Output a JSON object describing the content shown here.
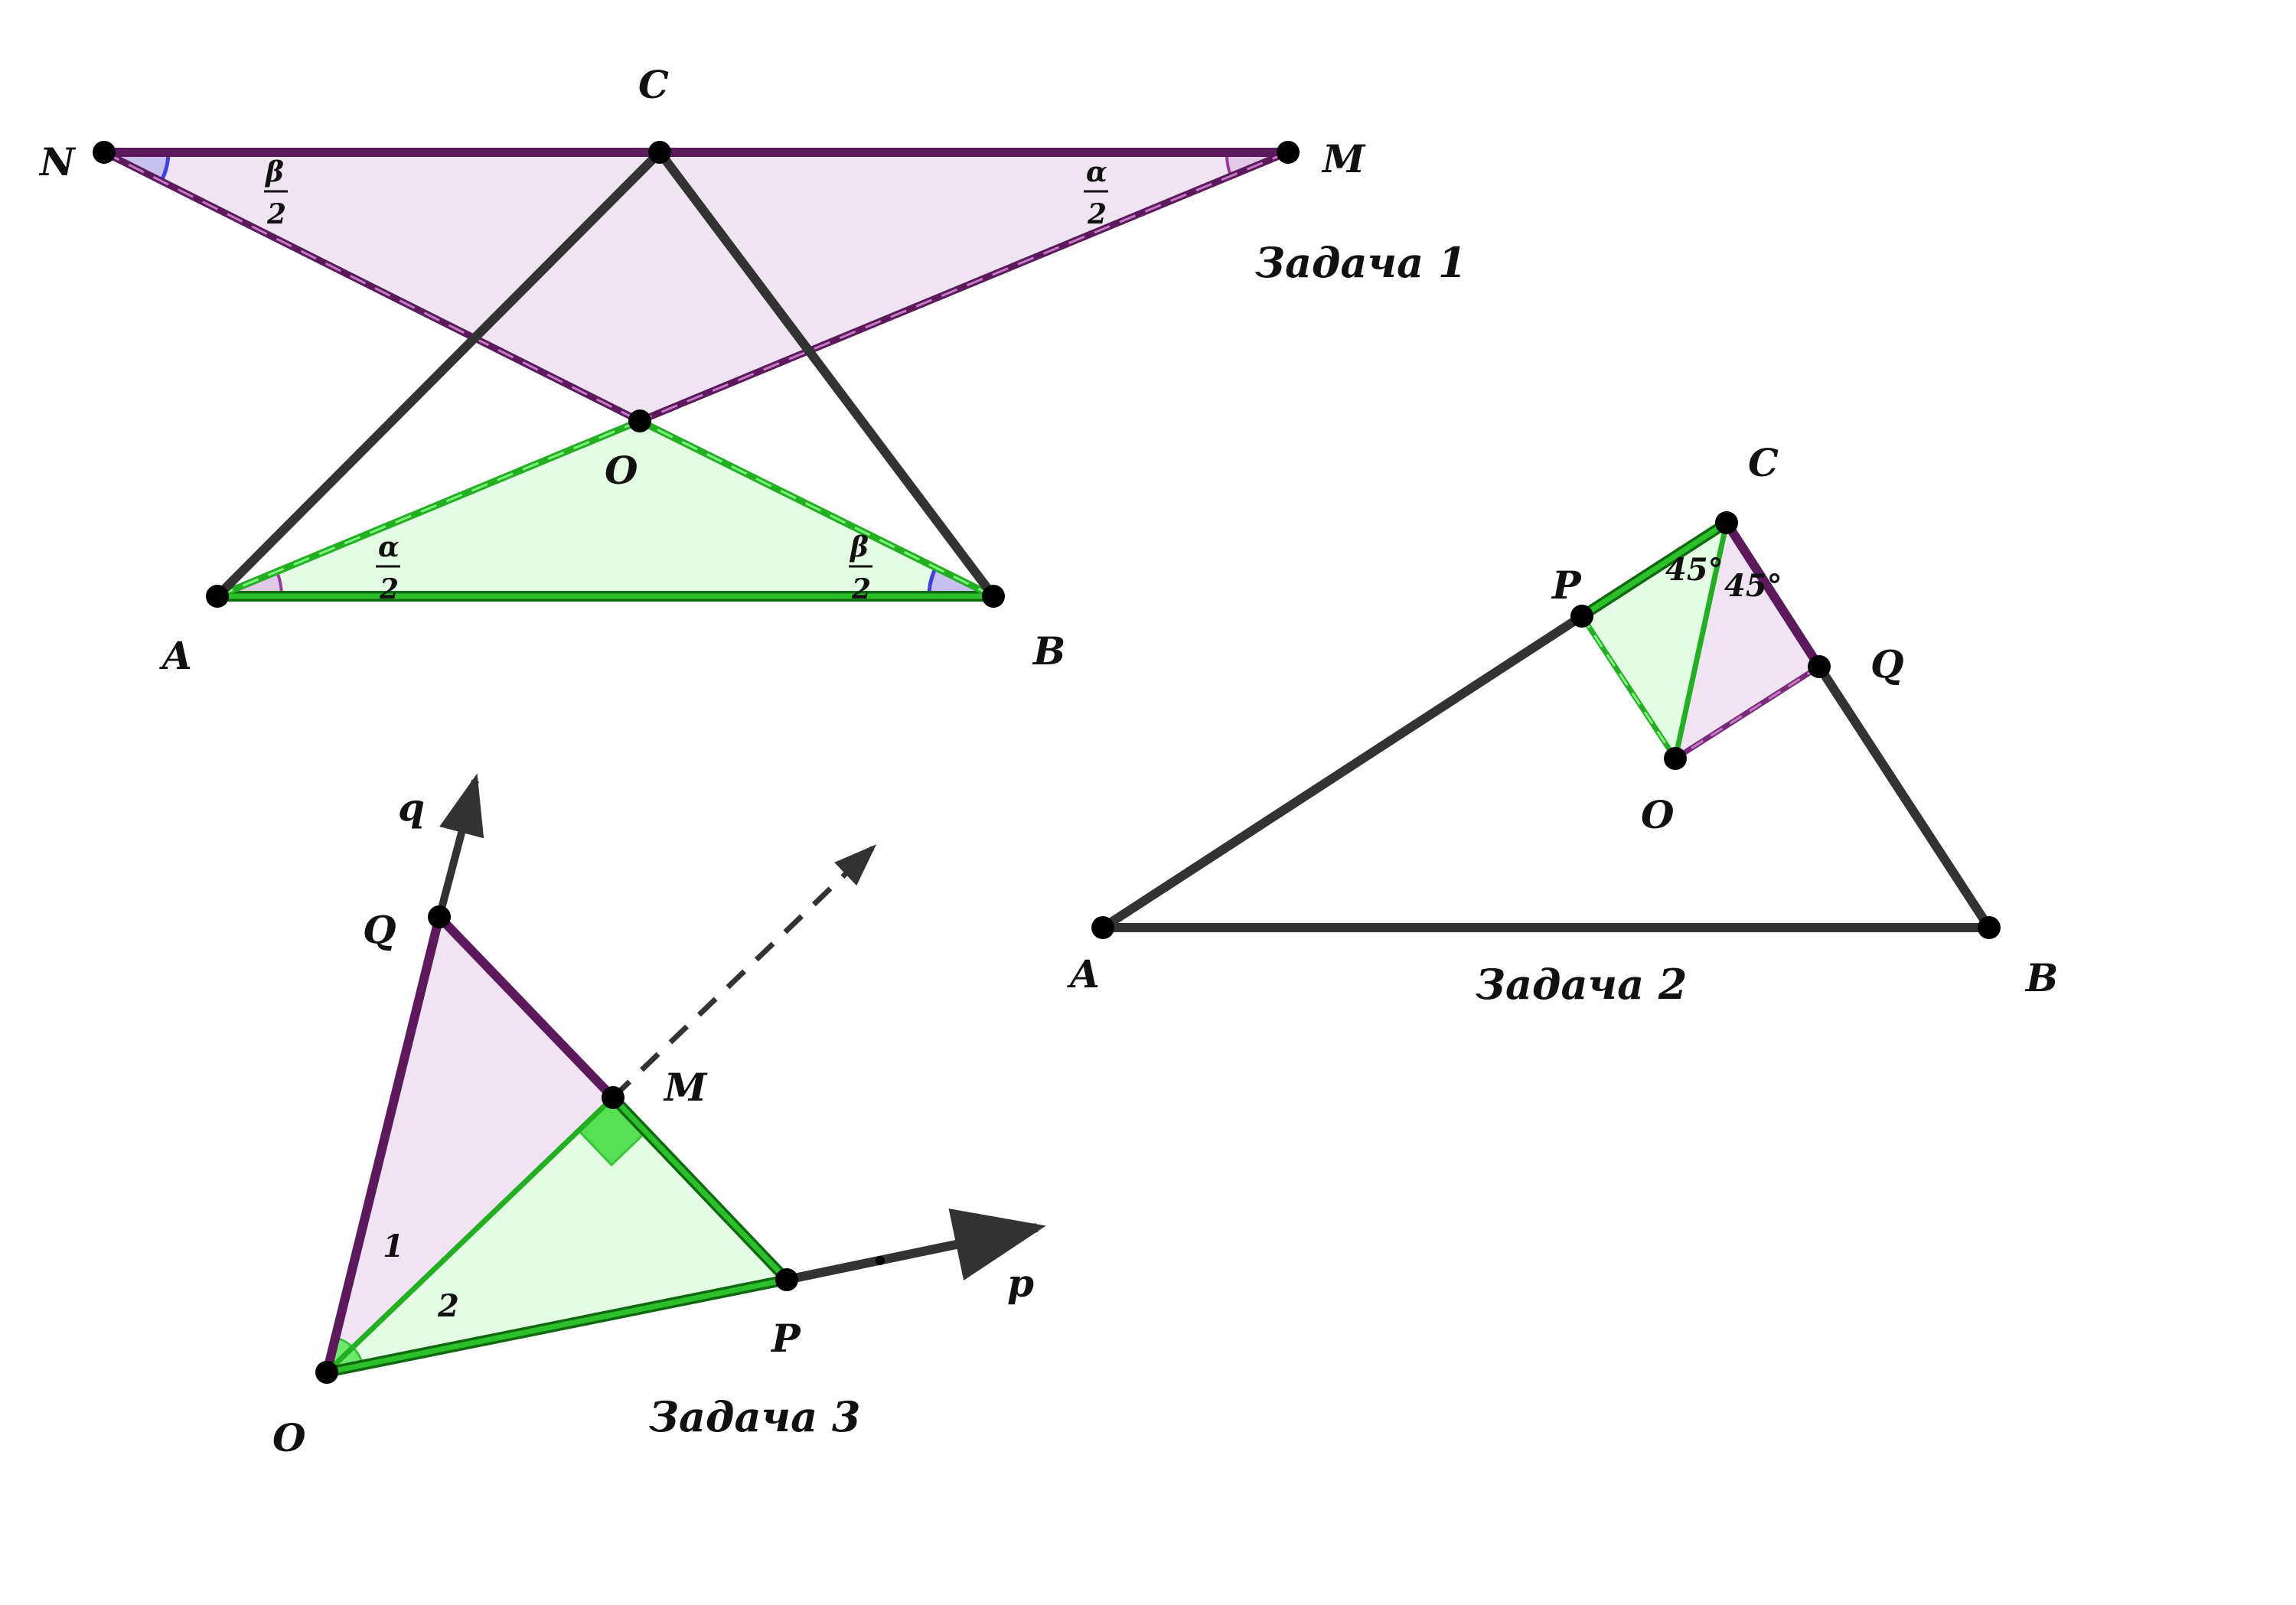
{
  "colors": {
    "segment": "#333333",
    "purple_line": "#5c1a5c",
    "purple_dashed": "#9a3d9a",
    "purple_fill": "#f0e4f2",
    "green_line": "#1ea81e",
    "green_dashed": "#3fd43f",
    "green_fill": "#e4fbe4",
    "green_marker": "#4ee04e",
    "angle_blue": "#4040e0",
    "point": "#000000"
  },
  "problem1": {
    "title": "Задача 1",
    "points": {
      "N": "N",
      "C": "C",
      "M": "M",
      "O": "O",
      "A": "A",
      "B": "B"
    },
    "angles": {
      "N": {
        "num": "β",
        "den": "2"
      },
      "M": {
        "num": "α",
        "den": "2"
      },
      "A": {
        "num": "α",
        "den": "2"
      },
      "B": {
        "num": "β",
        "den": "2"
      }
    }
  },
  "problem2": {
    "title": "Задача 2",
    "points": {
      "C": "C",
      "P": "P",
      "Q": "Q",
      "O": "O",
      "A": "A",
      "B": "B"
    },
    "angle_left": "45°",
    "angle_right": "45°"
  },
  "problem3": {
    "title": "Задача 3",
    "points": {
      "Q": "Q",
      "M": "M",
      "P": "P",
      "O": "O"
    },
    "rays": {
      "q": "q",
      "p": "p"
    },
    "angle_1": "1",
    "angle_2": "2"
  }
}
